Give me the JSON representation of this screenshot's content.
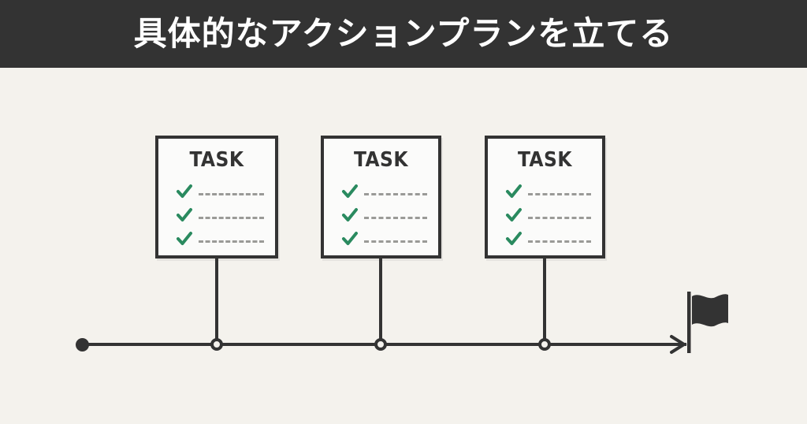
{
  "header": {
    "title": "具体的なアクションプランを立てる",
    "background_color": "#333333",
    "text_color": "#ffffff"
  },
  "canvas": {
    "background_color": "#f4f2ed",
    "accent_color": "#333333",
    "check_color": "#2a8a5f",
    "dash_color": "#9a9a97",
    "card_fill": "#fbfbfa"
  },
  "cards": [
    {
      "title": "TASK",
      "checklist": [
        {
          "icon": "check-icon",
          "line": "dashed-placeholder-line"
        },
        {
          "icon": "check-icon",
          "line": "dashed-placeholder-line"
        },
        {
          "icon": "check-icon",
          "line": "dashed-placeholder-line"
        }
      ]
    },
    {
      "title": "TASK",
      "checklist": [
        {
          "icon": "check-icon",
          "line": "dashed-placeholder-line"
        },
        {
          "icon": "check-icon",
          "line": "dashed-placeholder-line"
        },
        {
          "icon": "check-icon",
          "line": "dashed-placeholder-line"
        }
      ]
    },
    {
      "title": "TASK",
      "checklist": [
        {
          "icon": "check-icon",
          "line": "dashed-placeholder-line"
        },
        {
          "icon": "check-icon",
          "line": "dashed-placeholder-line"
        },
        {
          "icon": "check-icon",
          "line": "dashed-placeholder-line"
        }
      ]
    }
  ],
  "timeline": {
    "start_marker": "filled-dot",
    "nodes": [
      "milestone-node",
      "milestone-node",
      "milestone-node"
    ],
    "end_marker": "arrow-head",
    "goal_marker": "flag-icon"
  }
}
